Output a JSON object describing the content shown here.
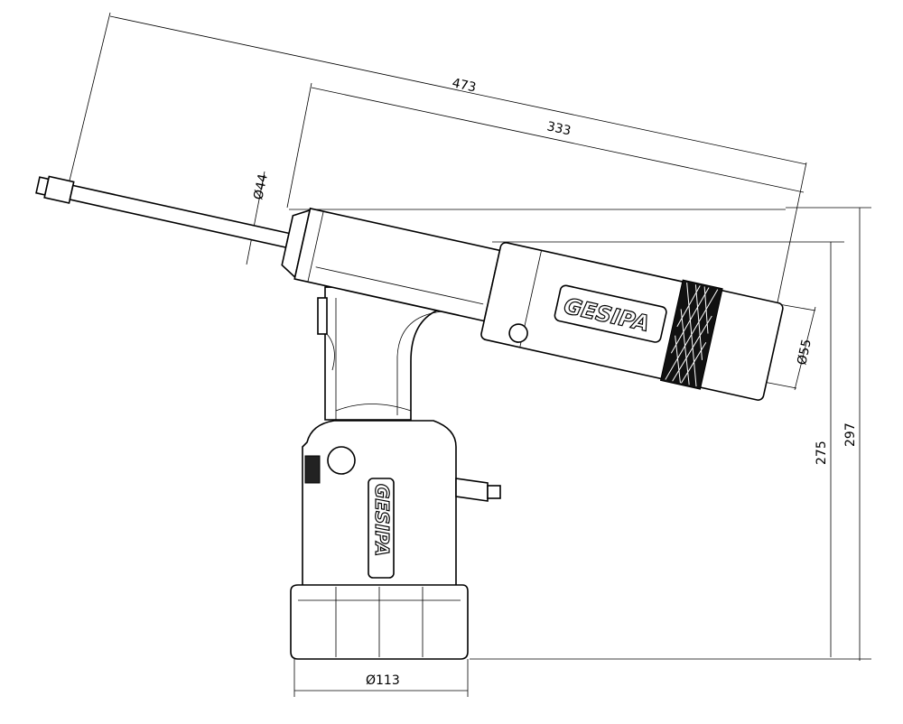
{
  "dimensions": {
    "overall_length": "473",
    "body_length": "333",
    "nose_diameter": "Ø44",
    "rear_diameter": "Ø55",
    "height_to_axis": "275",
    "overall_height": "297",
    "base_diameter": "Ø113"
  },
  "logos": {
    "housing_logo": "GESIPA",
    "base_logo": "GESIPA"
  }
}
